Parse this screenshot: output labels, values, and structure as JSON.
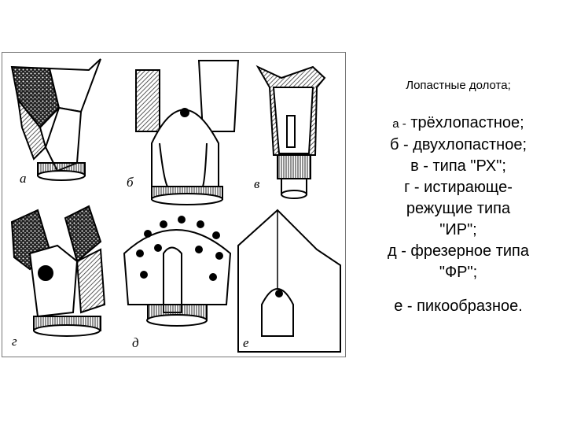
{
  "figure": {
    "panel_labels": [
      "а",
      "б",
      "в",
      "г",
      "д",
      "е"
    ]
  },
  "caption": {
    "title": "Лопастные долота;",
    "items": [
      {
        "letter": "а -",
        "text": " трёхлопастное;"
      },
      {
        "letter": "б -",
        "text": " двухлопастное;"
      },
      {
        "letter": "в -",
        "text": " типа \"РХ\";"
      },
      {
        "letter": "г -",
        "text": " истирающе-"
      },
      {
        "letter": "",
        "text": "режущие типа"
      },
      {
        "letter": "",
        "text": "\"ИР\";"
      },
      {
        "letter": "д -",
        "text": " фрезерное типа"
      },
      {
        "letter": "",
        "text": "\"ФР\";"
      },
      {
        "letter": "е -",
        "text": " пикообразное."
      }
    ]
  },
  "colors": {
    "ink": "#000000",
    "hatch": "#555555",
    "frame": "#777777"
  }
}
